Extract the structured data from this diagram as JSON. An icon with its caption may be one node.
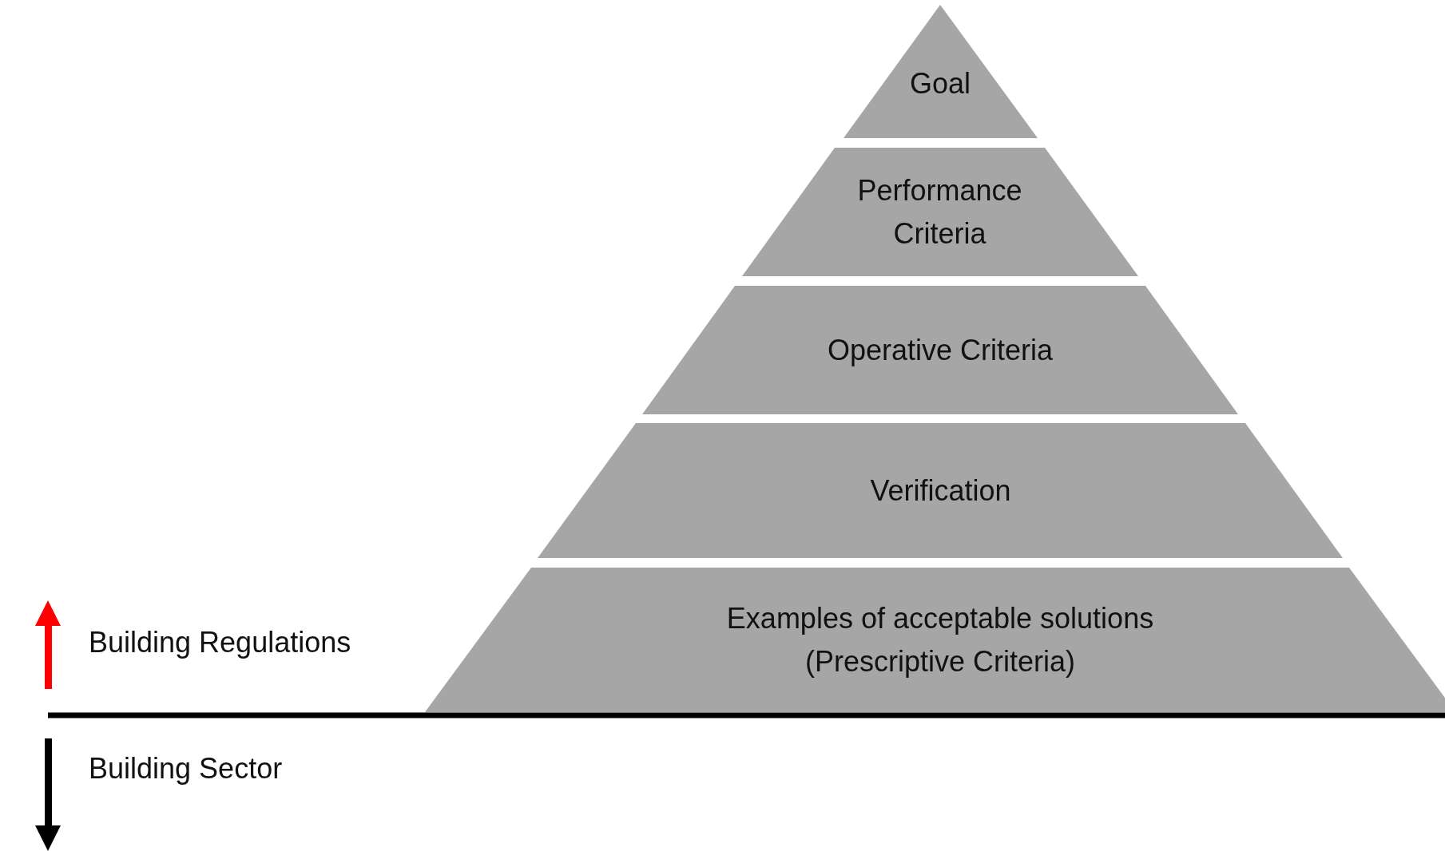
{
  "diagram": {
    "nodes": [
      {
        "text": [
          "Goal"
        ]
      },
      {
        "text": [
          "Performance Criteria"
        ]
      },
      {
        "text": [
          "Operative Criteria"
        ]
      },
      {
        "text": [
          "Verification"
        ]
      },
      {
        "text": [
          "Examples of acceptable solutions (Prescriptive Criteria)"
        ]
      }
    ],
    "labels": [
      "Building Regulations",
      "Building Sector"
    ]
  }
}
